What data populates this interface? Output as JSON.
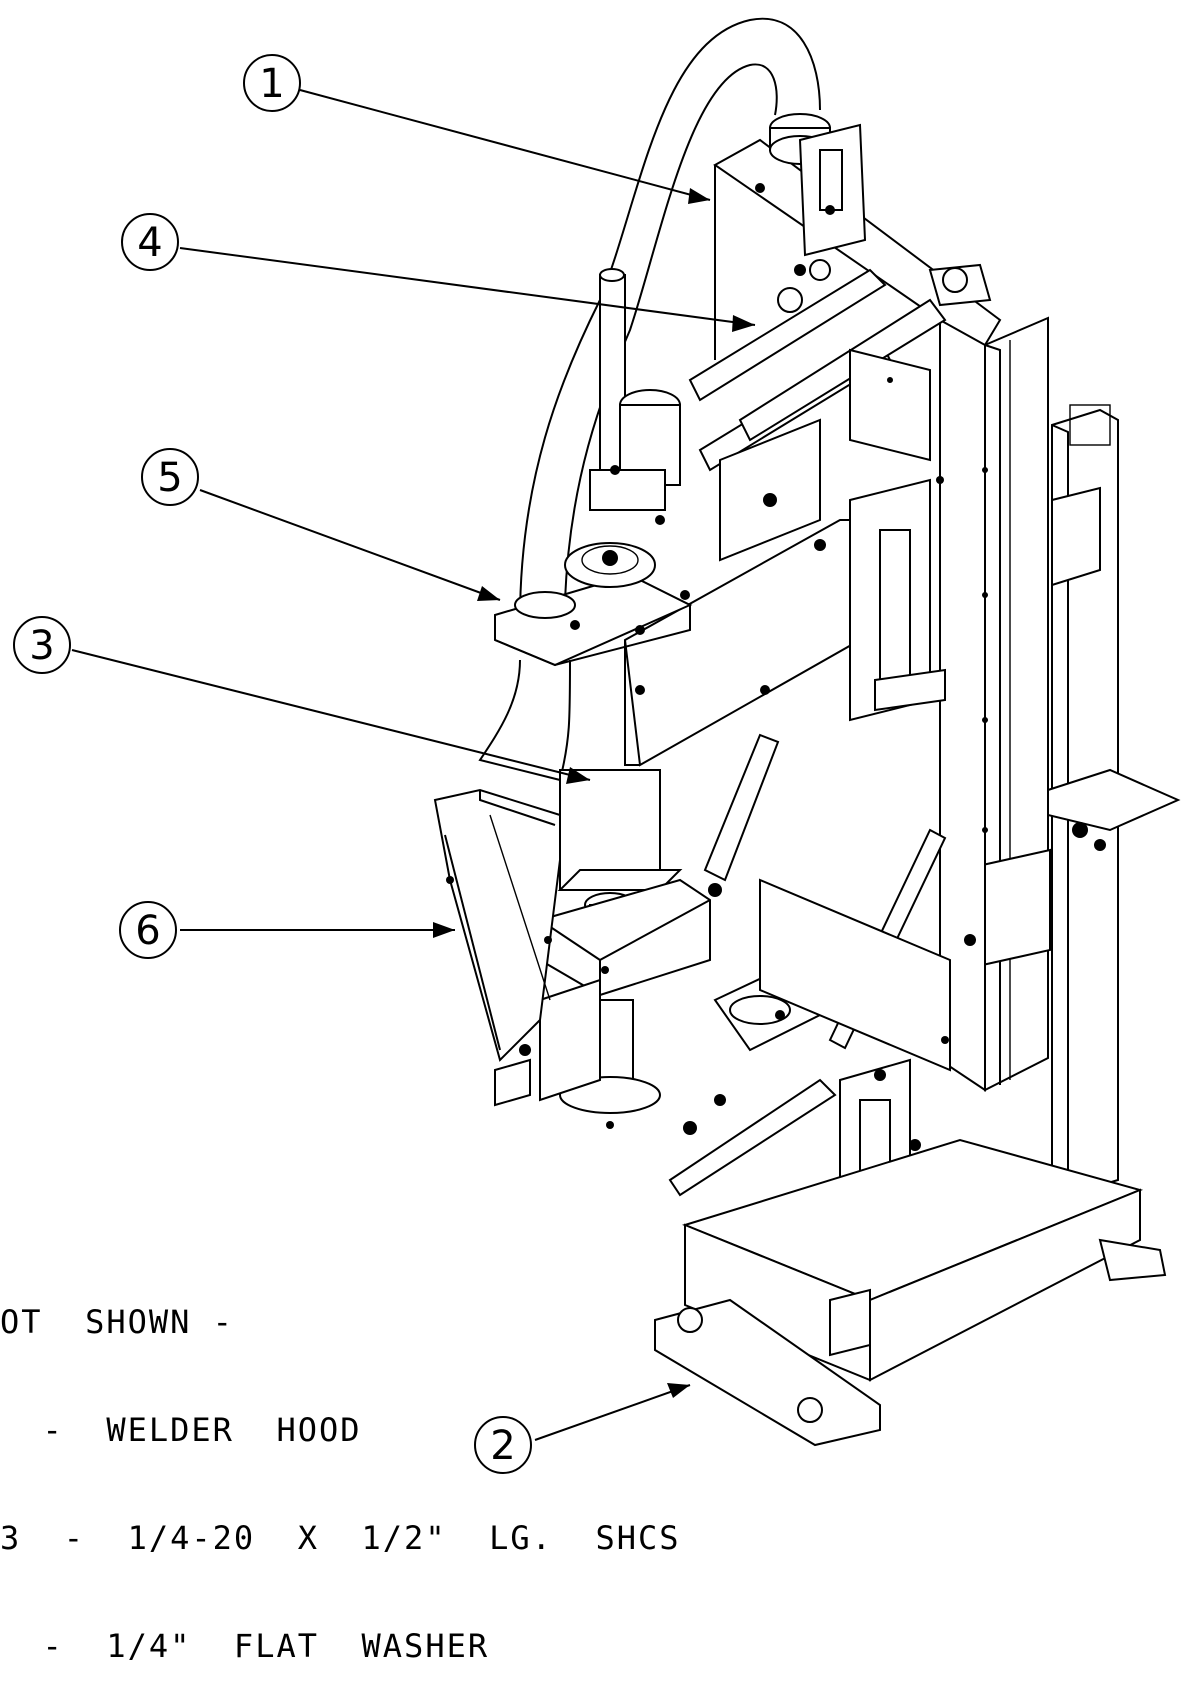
{
  "balloons": [
    {
      "id": "1",
      "label": "1"
    },
    {
      "id": "4",
      "label": "4"
    },
    {
      "id": "5",
      "label": "5"
    },
    {
      "id": "3",
      "label": "3"
    },
    {
      "id": "6",
      "label": "6"
    },
    {
      "id": "2",
      "label": "2"
    }
  ],
  "notes": {
    "line1": "OT  SHOWN -",
    "line2": "  -  WELDER  HOOD",
    "line3": "3  -  1/4-20  X  1/2\"  LG.  SHCS",
    "line4": "  -  1/4\"  FLAT  WASHER"
  }
}
